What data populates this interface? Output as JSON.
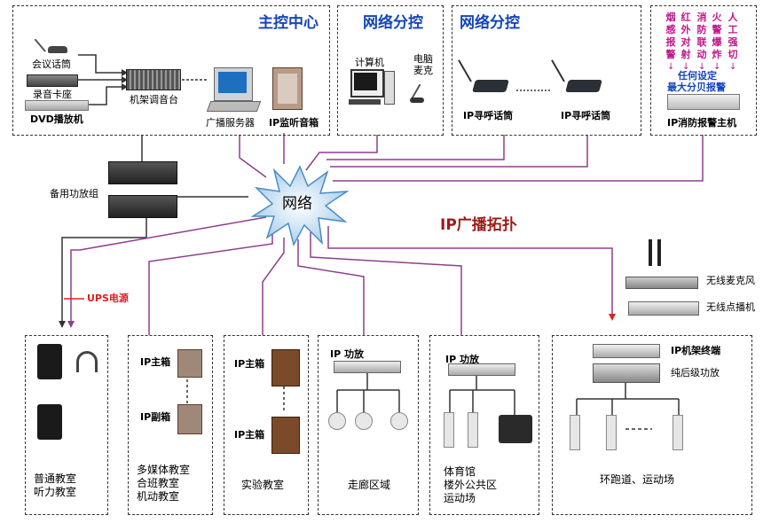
{
  "center": {
    "title": "主控中心"
  },
  "branch1": {
    "title": "网络分控",
    "pc_label": "计算机",
    "mic_label": "电脑\n麦克"
  },
  "branch2": {
    "title": "网络分控",
    "mic1_label": "IP寻呼话筒",
    "mic2_label": "IP寻呼话筒"
  },
  "devices": {
    "conf_mic": "会议话筒",
    "tape": "录音卡座",
    "dvd": "DVD播放机",
    "mixer": "机架调音台",
    "server": "广播服务器",
    "monitor": "IP监听音箱",
    "backup_amp": "备用功放组",
    "network": "网络",
    "ups": "UPS电源"
  },
  "fire": {
    "columns": [
      "烟感报警",
      "红外对射",
      "消防联动",
      "火警爆炸",
      "人工强切"
    ],
    "setting": "任何设定",
    "max": "最大分贝报警",
    "host": "IP消防报警主机"
  },
  "diagram_title": "IP广播拓扑",
  "wireless": {
    "mic": "无线麦克风",
    "player": "无线点播机"
  },
  "zones": [
    {
      "name": "普通教室\n听力教室"
    },
    {
      "main": "IP主箱",
      "sub": "IP副箱",
      "name": "多媒体教室\n合班教室\n机动教室"
    },
    {
      "main1": "IP主箱",
      "main2": "IP主箱",
      "name": "实验教室"
    },
    {
      "amp": "IP 功放",
      "name": "走廊区域"
    },
    {
      "amp": "IP 功放",
      "name": "体育馆\n楼外公共区\n运动场"
    },
    {
      "terminal": "IP机架终端",
      "post_amp": "纯后级功放",
      "name": "环跑道、运动场"
    }
  ],
  "colors": {
    "title_blue": "#1546b8",
    "wire_purple": "#8e3f8e",
    "fire_magenta": "#c0168c",
    "ups_red": "#e0201c",
    "diagram_title": "#9b1a1a"
  }
}
